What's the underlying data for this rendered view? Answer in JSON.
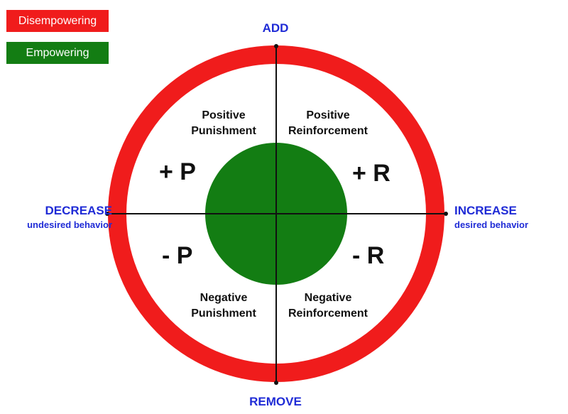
{
  "legend": {
    "disempowering": "Disempowering",
    "empowering": "Empowering"
  },
  "colors": {
    "disempowering": "#f01c1c",
    "empowering": "#137d13",
    "axis_label": "#1f2bd6"
  },
  "axes": {
    "top": "ADD",
    "bottom": "REMOVE",
    "left": "DECREASE",
    "left_sub": "undesired behavior",
    "right": "INCREASE",
    "right_sub": "desired behavior"
  },
  "quadrants": {
    "top_left": {
      "line1": "Positive",
      "line2": "Punishment",
      "symbol": "+ P"
    },
    "top_right": {
      "line1": "Positive",
      "line2": "Reinforcement",
      "symbol": "+ R"
    },
    "bottom_left": {
      "line1": "Negative",
      "line2": "Punishment",
      "symbol": "- P"
    },
    "bottom_right": {
      "line1": "Negative",
      "line2": "Reinforcement",
      "symbol": "- R"
    }
  }
}
